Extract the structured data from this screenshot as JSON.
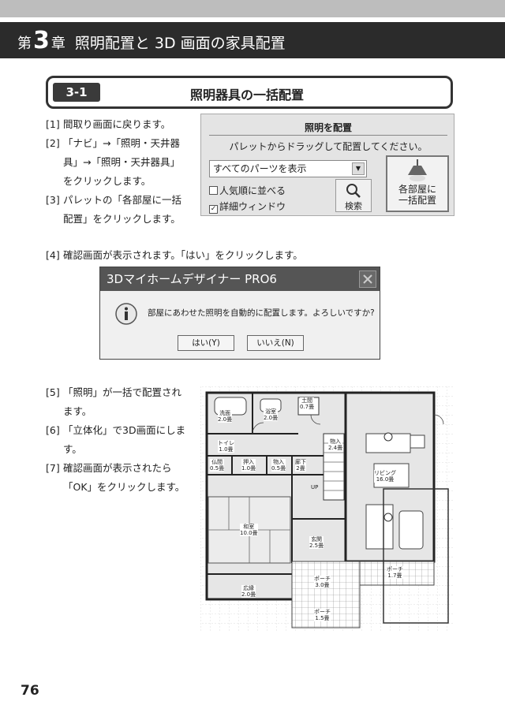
{
  "chapter": {
    "prefix": "第",
    "number": "3",
    "suffix": "章",
    "title": "照明配置と 3D 画面の家具配置"
  },
  "section": {
    "number": "3-1",
    "title": "照明器具の一括配置"
  },
  "steps": [
    {
      "num": "[1]",
      "text": "間取り画面に戻ります。"
    },
    {
      "num": "[2]",
      "text": "「ナビ」→「照明・天井器具」→「照明・天井器具」をクリックします。"
    },
    {
      "num": "[3]",
      "text": "パレットの「各部屋に一括配置」をクリックします。"
    },
    {
      "num": "[4]",
      "text": "確認画面が表示されます。「はい」をクリックします。"
    },
    {
      "num": "[5]",
      "text": "「照明」が一括で配置されます。"
    },
    {
      "num": "[6]",
      "text": "「立体化」で3D画面にします。"
    },
    {
      "num": "[7]",
      "text": "確認画面が表示されたら「OK」をクリックします。"
    }
  ],
  "palette": {
    "title": "照明を配置",
    "instruction": "パレットからドラッグして配置してください。",
    "select_value": "すべてのパーツを表示",
    "check_popular": "人気順に並べる",
    "check_detail": "詳細ウィンドウ",
    "search_label": "検索",
    "place_line1": "各部屋に",
    "place_line2": "一括配置"
  },
  "dialog": {
    "title": "3Dマイホームデザイナー PRO6",
    "message": "部屋にあわせた照明を自動的に配置します。よろしいですか?",
    "yes_label": "はい(Y)",
    "no_label": "いいえ(N)"
  },
  "floorplan": {
    "rooms": [
      {
        "name": "洗面",
        "area": "2.0畳"
      },
      {
        "name": "浴室",
        "area": "2.0畳"
      },
      {
        "name": "土間",
        "area": "0.7畳"
      },
      {
        "name": "トイレ",
        "area": "1.0畳"
      },
      {
        "name": "押入",
        "area": "1.0畳"
      },
      {
        "name": "物入",
        "area": "0.5畳"
      },
      {
        "name": "廊下",
        "area": "2畳"
      },
      {
        "name": "仏間",
        "area": "0.5畳"
      },
      {
        "name": "物入",
        "area": "2.4畳"
      },
      {
        "name": "リビング",
        "area": "16.0畳"
      },
      {
        "name": "和室",
        "area": "10.0畳"
      },
      {
        "name": "玄関",
        "area": "2.5畳"
      },
      {
        "name": "ポーチ",
        "area": "3.0畳"
      },
      {
        "name": "ポーチ",
        "area": "1.7畳"
      },
      {
        "name": "ポーチ",
        "area": "1.5畳"
      },
      {
        "name": "広縁",
        "area": "2.0畳"
      }
    ],
    "stair_label": "UP"
  },
  "page_number": "76"
}
